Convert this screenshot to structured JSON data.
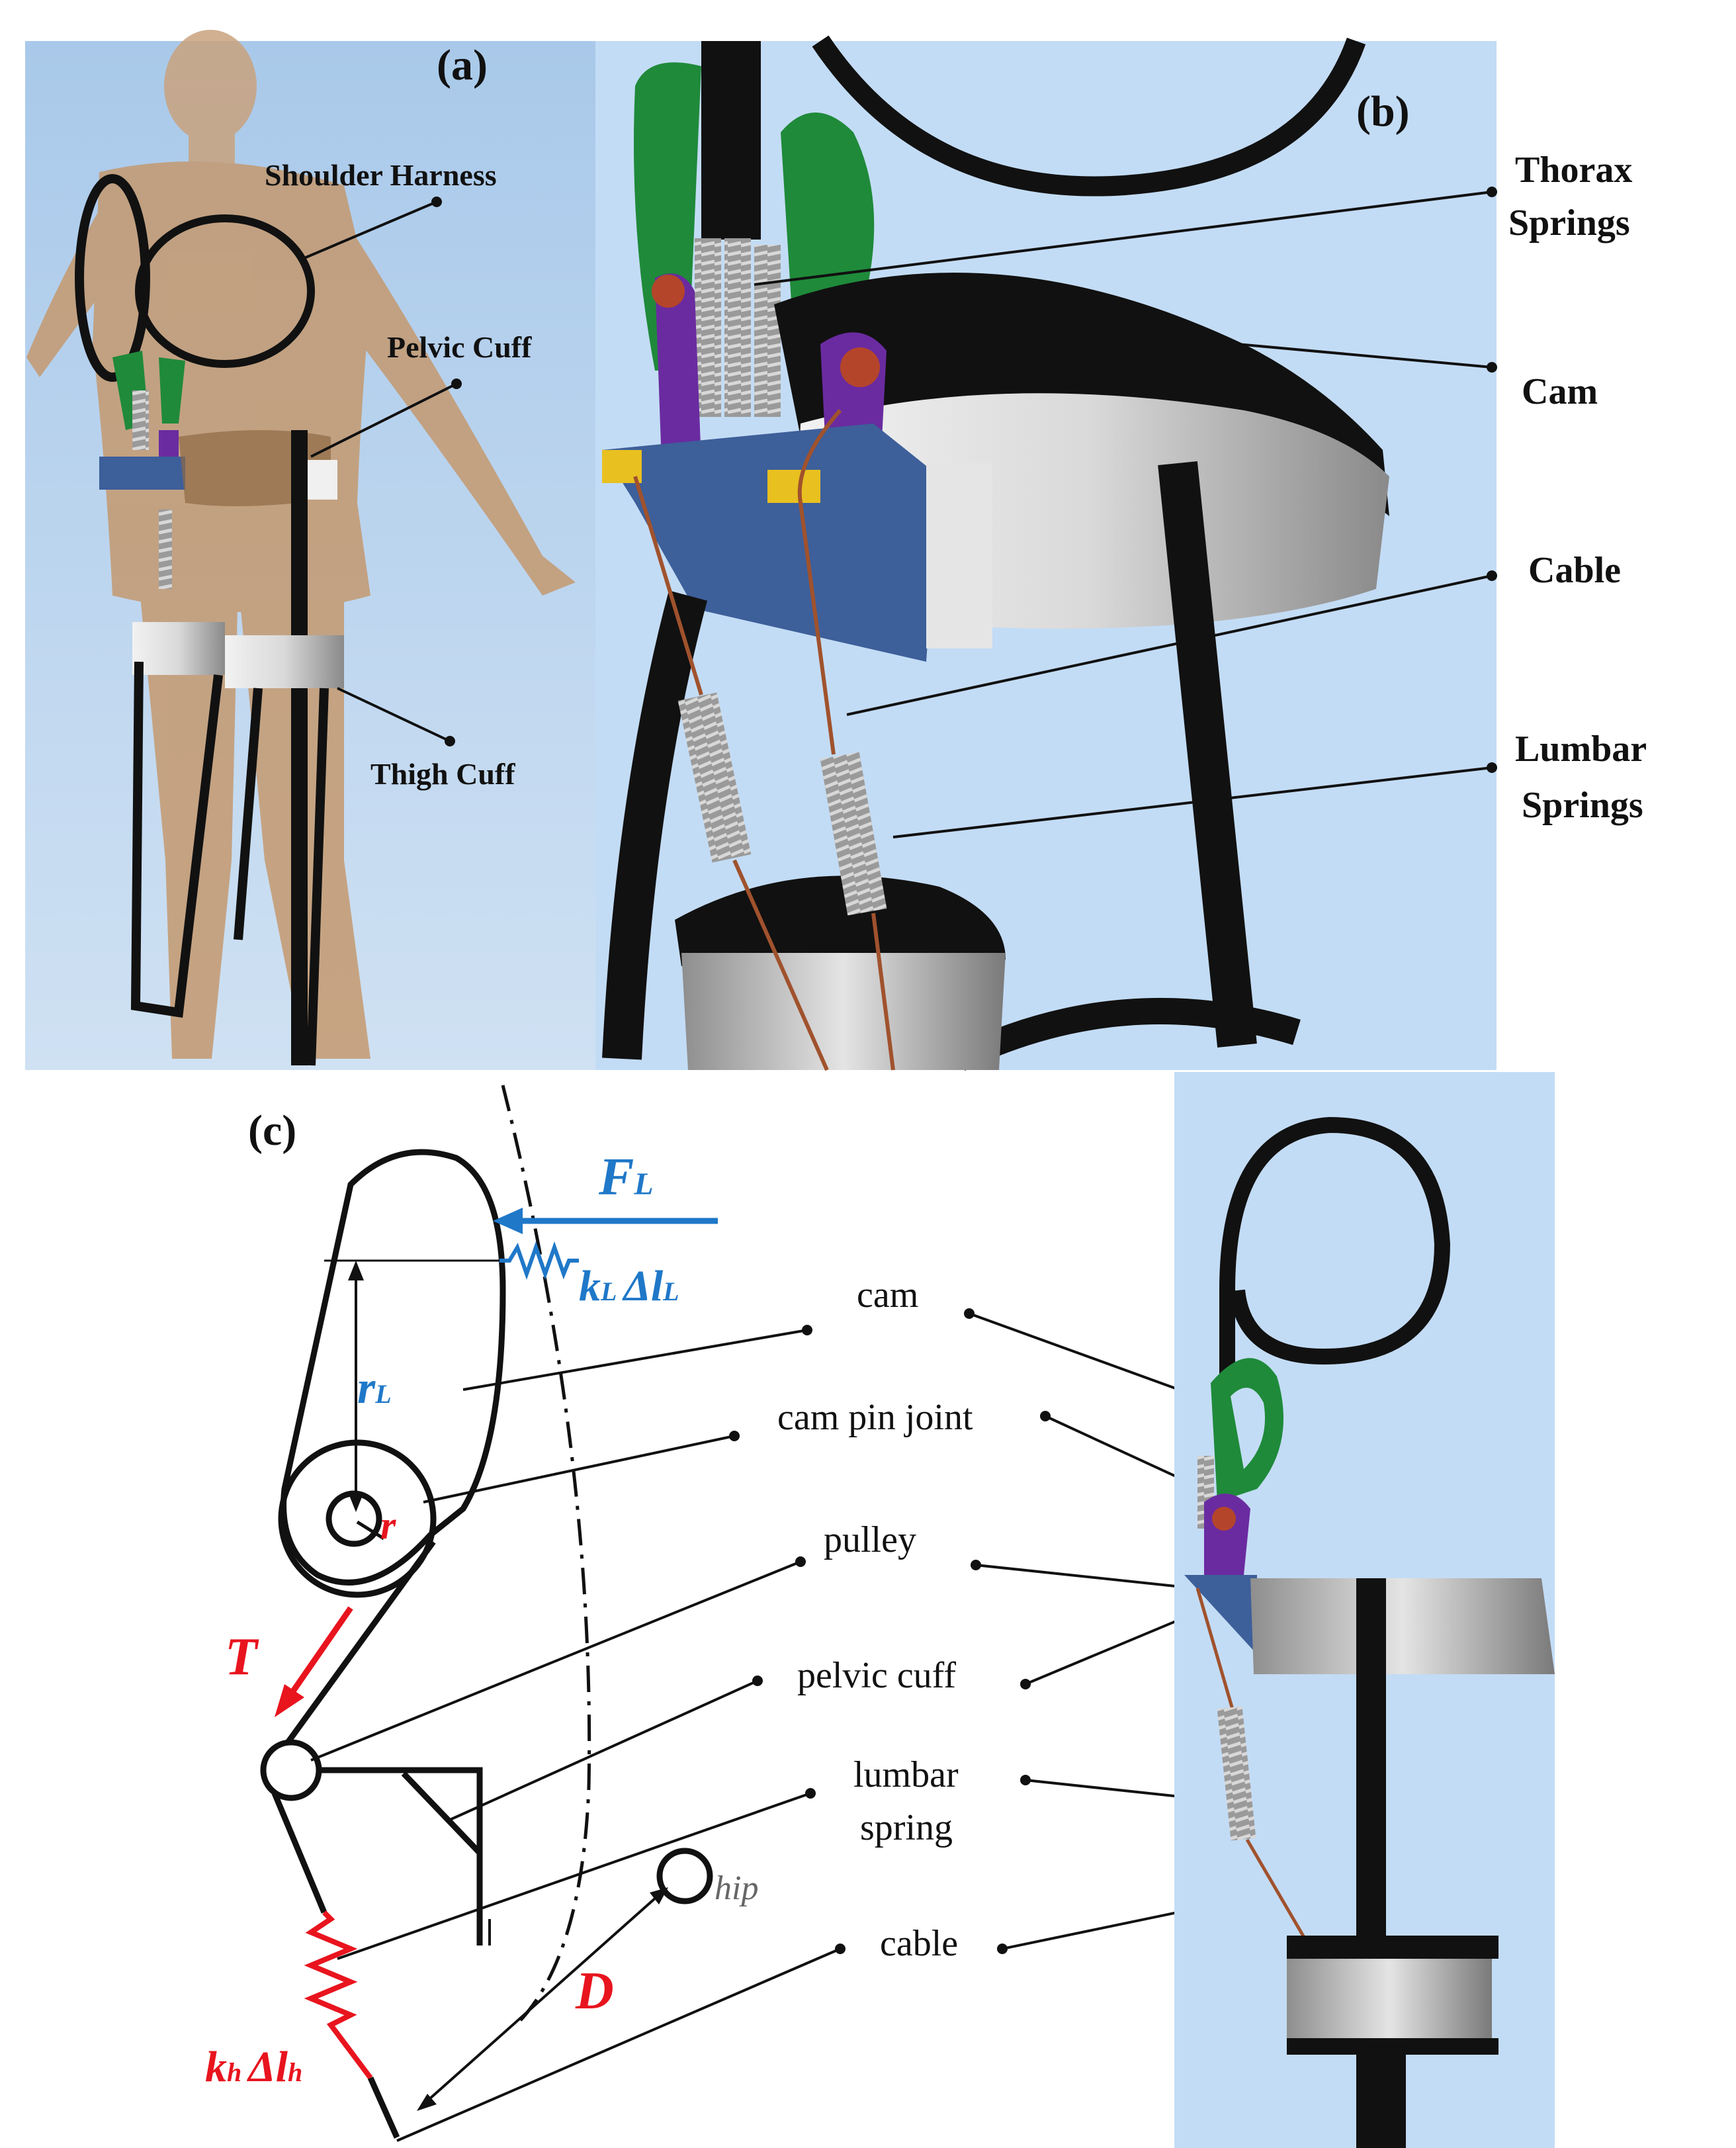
{
  "figure": {
    "panel_a": {
      "tag": "(a)",
      "labels": {
        "shoulder_harness": "Shoulder Harness",
        "pelvic_cuff": "Pelvic Cuff",
        "thigh_cuff": "Thigh Cuff"
      }
    },
    "panel_b": {
      "tag": "(b)",
      "labels": {
        "thorax_1": "Thorax",
        "thorax_2": "Springs",
        "cam": "Cam",
        "cable": "Cable",
        "lumbar_1": "Lumbar",
        "lumbar_2": "Springs"
      }
    },
    "panel_c": {
      "tag": "(c)",
      "labels": {
        "cam": "cam",
        "cam_pin_joint": "cam pin joint",
        "pulley": "pulley",
        "pelvic_cuff": "pelvic cuff",
        "lumbar_1": "lumbar",
        "lumbar_2": "spring",
        "cable": "cable"
      },
      "symbols": {
        "F": "F",
        "F_sub": "L",
        "kL": "k",
        "kL_sub": "L",
        "dL": "Δl",
        "dL_sub": "L",
        "rL": "r",
        "rL_sub": "L",
        "r": "r",
        "T": "T",
        "kh": "k",
        "kh_sub": "h",
        "dh": "Δl",
        "dh_sub": "h",
        "D": "D",
        "hip": "hip"
      }
    },
    "colors": {
      "blue": "#1f78c8",
      "red": "#e8141e",
      "panel_bg": "#c3dcf5",
      "green": "#1f8a3a",
      "purple": "#6a2ba0",
      "bracket_blue": "#3d5f9a",
      "skin": "#c9a27e"
    }
  }
}
